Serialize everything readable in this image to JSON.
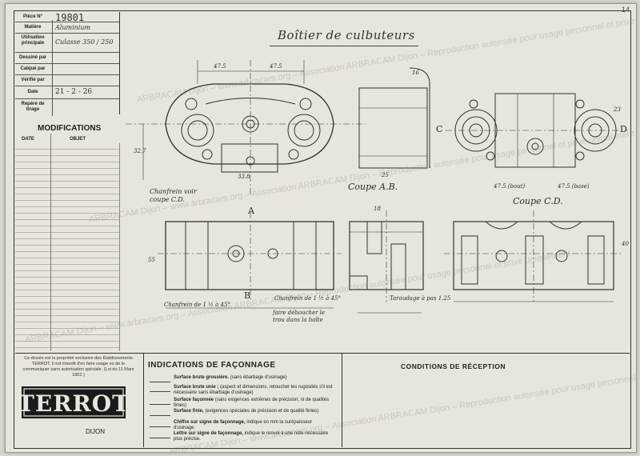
{
  "title_block": {
    "piece_label": "Pièce N°",
    "piece_value": "19801",
    "matiere_label": "Matière",
    "matiere_value": "Aluminium",
    "utilisation_label": "Utilisation principale",
    "utilisation_value": "Culasse 350 / 250",
    "dessine_label": "Dessiné par",
    "dessine_value": "",
    "calque_label": "Calqué par",
    "calque_value": "",
    "verifie_label": "Vérifié par",
    "verifie_value": "",
    "date_label": "Date",
    "date_value": "21 - 2 - 26",
    "repere_label": "Repère de tirage",
    "repere_value": ""
  },
  "modifications": {
    "title": "MODIFICATIONS",
    "col_date": "DATE",
    "col_objet": "OBJET"
  },
  "legal_text": "Ce dessin est la propriété exclusive des Établissements TERROT. Il est interdit d'en faire usage ou de le communiquer sans autorisation spéciale. (Loi du 11 Mars 1902.)",
  "brand": {
    "logo": "TERROT",
    "city": "DIJON"
  },
  "drawing": {
    "title": "Boîtier de culbuteurs",
    "labels": {
      "coupe_ab": "Coupe A.B.",
      "coupe_cd": "Coupe C.D.",
      "chanfrein_voir": "Chanfrein voir coupe C.D.",
      "chanfrein_bottom_left": "Chanfrein de 1 ½ à 45°",
      "chanfrein_bottom_mid": "Chanfrein de 1 ½ à 45°",
      "faire_debouche": "faire déboucher le trou dans la boîte",
      "taraudage": "Taraudage à pas 1.25",
      "letter_a": "A",
      "letter_b": "B",
      "letter_c": "C",
      "letter_d": "D"
    },
    "dimensions": [
      "47.5",
      "47.5",
      "32.7",
      "33.8",
      "25",
      "16",
      "47.5 (bout)",
      "47.5 (base)",
      "55",
      "40",
      "18",
      "23"
    ]
  },
  "indications": {
    "title": "INDICATIONS DE FAÇONNAGE",
    "items": [
      {
        "name": "Surface brute grossière.",
        "desc": "(sans ébarbage d'usinage)"
      },
      {
        "name": "Surface brute unie ;",
        "desc": "(aspect et dimensions, retoucher les rugosités s'il est nécessaire sans ébarbage d'usinage)"
      },
      {
        "name": "Surface façonnée",
        "desc": "(sans exigences extrêmes de précision, ni de qualités finies)"
      },
      {
        "name": "Surface finie,",
        "desc": "(exigences spéciales de précision et de qualité finies)"
      },
      {
        "name": "Chiffre sur signe de façonnage,",
        "desc": "indique en mm la surépaisseur d'usinage."
      },
      {
        "name": "Lettre sur signe de façonnage,",
        "desc": "indique le renvoi à une note nécessaire plus précise."
      }
    ]
  },
  "conditions": {
    "title": "CONDITIONS DE RÉCEPTION"
  },
  "watermark": "ARBRACAM Dijon – www.arbracam.org – Association ARBRACAM Dijon – Reproduction autorisée pour usage personnel et privé uniquement",
  "page_no": "14"
}
